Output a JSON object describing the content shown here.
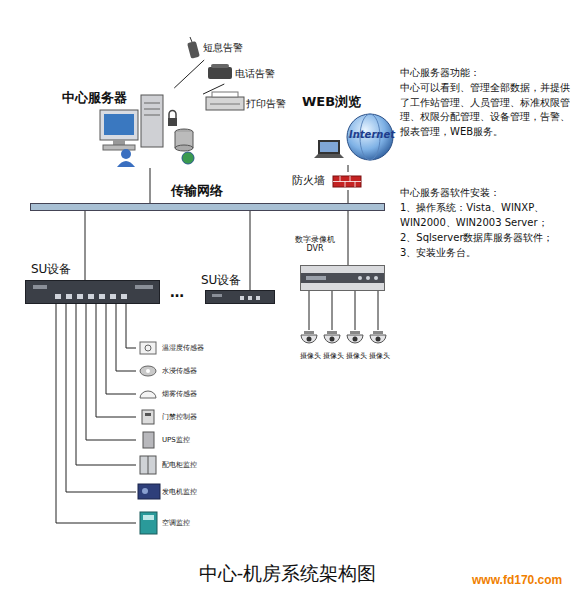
{
  "diagram": {
    "caption": "中心-机房系统架构图",
    "nodes": [
      {
        "text": [
          "中心服务器"
        ]
      },
      {
        "text": [
          "短息告警"
        ]
      },
      {
        "text": [
          "电话告警"
        ]
      },
      {
        "text": [
          "打印告警"
        ]
      },
      {
        "text": [
          "WEB浏览"
        ]
      },
      {
        "text": [
          "防火墙"
        ]
      },
      {
        "text": [
          "传输网络"
        ]
      },
      {
        "text": [
          "SU设备"
        ]
      },
      {
        "text": [
          "SU设备"
        ]
      },
      {
        "text": [
          "数字录像机 DVR"
        ]
      },
      {
        "text": [
          "摄像头"
        ]
      },
      {
        "text": [
          "摄像头"
        ]
      },
      {
        "text": [
          "摄像头"
        ]
      },
      {
        "text": [
          "摄像头"
        ]
      },
      {
        "text": [
          "温湿度传感器"
        ]
      },
      {
        "text": [
          "水浸传感器"
        ]
      },
      {
        "text": [
          "烟雾传感器"
        ]
      },
      {
        "text": [
          "门禁控制器"
        ]
      },
      {
        "text": [
          "UPS监控"
        ]
      },
      {
        "text": [
          "配电柜监控"
        ]
      },
      {
        "text": [
          "发电机监控"
        ]
      },
      {
        "text": [
          "空调监控"
        ]
      }
    ],
    "edges": [
      {
        "from": 0,
        "to": 1,
        "arrow": "none"
      },
      {
        "from": 0,
        "to": 2,
        "arrow": "none"
      },
      {
        "from": 0,
        "to": 3,
        "arrow": "none"
      },
      {
        "from": 0,
        "to": 6,
        "arrow": "none"
      },
      {
        "from": 4,
        "to": 5,
        "arrow": "none"
      },
      {
        "from": 5,
        "to": 6,
        "arrow": "none"
      },
      {
        "from": 6,
        "to": 7,
        "arrow": "none"
      },
      {
        "from": 6,
        "to": 8,
        "arrow": "none"
      },
      {
        "from": 6,
        "to": 9,
        "arrow": "none"
      },
      {
        "from": 9,
        "to": 10,
        "arrow": "none"
      },
      {
        "from": 9,
        "to": 11,
        "arrow": "none"
      },
      {
        "from": 9,
        "to": 12,
        "arrow": "none"
      },
      {
        "from": 9,
        "to": 13,
        "arrow": "none"
      },
      {
        "from": 7,
        "to": 14,
        "arrow": "none"
      },
      {
        "from": 7,
        "to": 15,
        "arrow": "none"
      },
      {
        "from": 7,
        "to": 16,
        "arrow": "none"
      },
      {
        "from": 7,
        "to": 17,
        "arrow": "none"
      },
      {
        "from": 7,
        "to": 18,
        "arrow": "none"
      },
      {
        "from": 7,
        "to": 19,
        "arrow": "none"
      },
      {
        "from": 7,
        "to": 20,
        "arrow": "none"
      },
      {
        "from": 7,
        "to": 21,
        "arrow": "none"
      }
    ],
    "labels": [
      "Internet",
      "中心服务器功能：",
      "中心可以看到、管理全部数据，并提供了工作站管理、人员管理、标准权限管理、权限分配管理、设备管理，告警、报表管理，WEB服务。",
      "中心服务器软件安装：",
      "1、操作系统：Vista、WINXP、WIN2000、WIN2003 Server；",
      "2、Sqlserver数据库服务器软件；",
      "3、安装业务台。",
      "…",
      "www.fd170.com"
    ]
  }
}
